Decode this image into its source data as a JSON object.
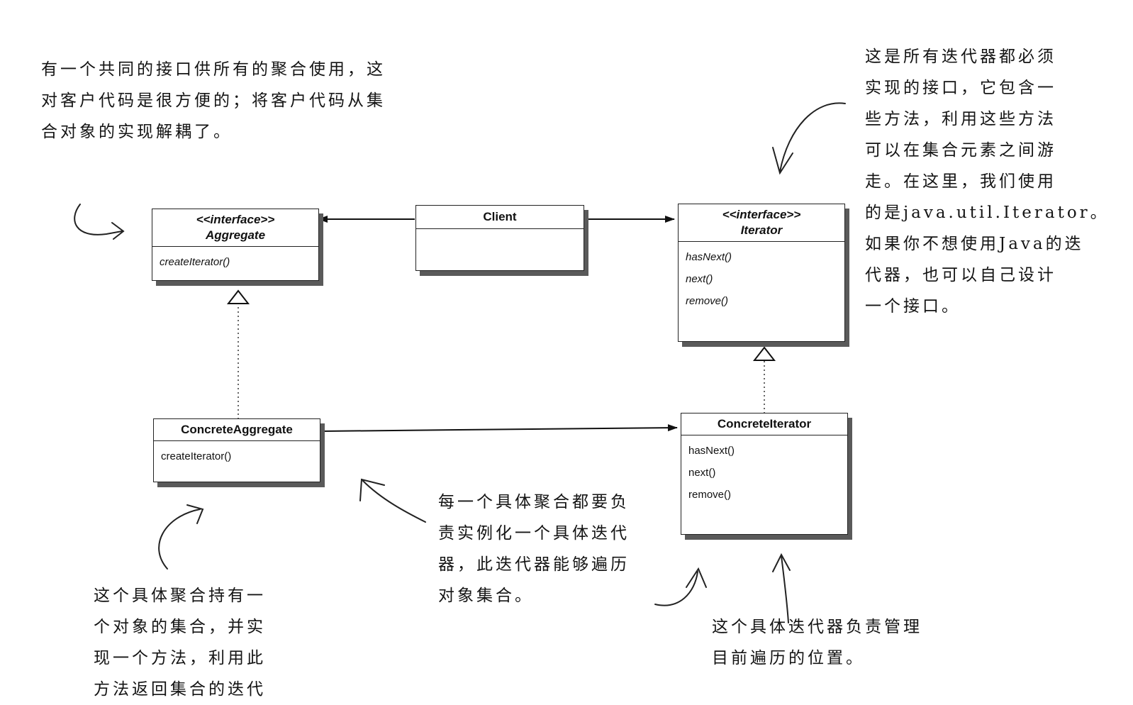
{
  "notes": {
    "aggregate_note": "有一个共同的接口供所有的聚合使用，这\n对客户代码是很方便的；将客户代码从集\n合对象的实现解耦了。",
    "iterator_note": "这是所有迭代器都必须\n实现的接口，它包含一\n些方法，利用这些方法\n可以在集合元素之间游\n走。在这里，我们使用\n的是java.util.Iterator。\n如果你不想使用Java的迭\n代器，也可以自己设计\n一个接口。",
    "concrete_aggregate_note": "这个具体聚合持有一\n个对象的集合，并实\n现一个方法，利用此\n方法返回集合的迭代",
    "middle_note": "每一个具体聚合都要负\n责实例化一个具体迭代\n器，此迭代器能够遍历\n对象集合。",
    "concrete_iterator_note": "这个具体迭代器负责管理\n目前遍历的位置。"
  },
  "classes": {
    "aggregate": {
      "stereotype": "<<interface>>",
      "name": "Aggregate",
      "methods": [
        "createIterator()"
      ]
    },
    "client": {
      "name": "Client"
    },
    "iterator": {
      "stereotype": "<<interface>>",
      "name": "Iterator",
      "methods": [
        "hasNext()",
        "next()",
        "remove()"
      ]
    },
    "concrete_aggregate": {
      "name": "ConcreteAggregate",
      "methods": [
        "createIterator()"
      ]
    },
    "concrete_iterator": {
      "name": "ConcreteIterator",
      "methods": [
        "hasNext()",
        "next()",
        "remove()"
      ]
    }
  }
}
